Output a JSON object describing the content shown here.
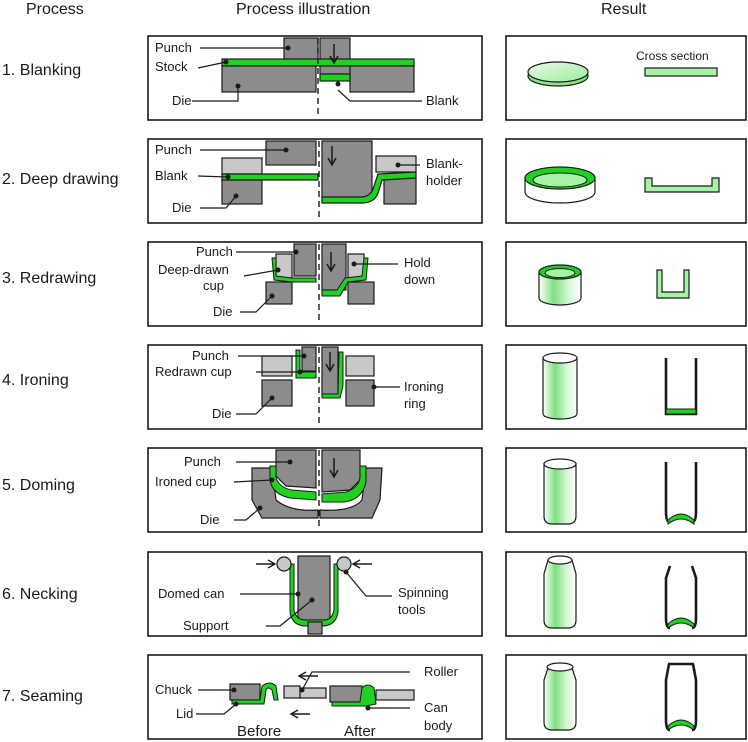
{
  "headers": {
    "process": "Process",
    "illustration": "Process illustration",
    "result": "Result"
  },
  "colors": {
    "green": "#1fd21f",
    "light_green": "#a6f2a6",
    "gray": "#8c8c8c",
    "light_gray": "#c8c8c8",
    "outline": "#1a1a1a"
  },
  "steps": [
    {
      "name": "1. Blanking",
      "labels": {
        "punch": "Punch",
        "stock": "Stock",
        "die": "Die",
        "blank": "Blank"
      },
      "result_caption": "Cross section"
    },
    {
      "name": "2. Deep drawing",
      "labels": {
        "punch": "Punch",
        "blank": "Blank",
        "die": "Die",
        "holder_1": "Blank-",
        "holder_2": "holder"
      }
    },
    {
      "name": "3. Redrawing",
      "labels": {
        "punch": "Punch",
        "cup_1": "Deep-drawn",
        "cup_2": "cup",
        "die": "Die",
        "hold_1": "Hold",
        "hold_2": "down"
      }
    },
    {
      "name": "4. Ironing",
      "labels": {
        "punch": "Punch",
        "cup": "Redrawn cup",
        "die": "Die",
        "ring_1": "Ironing",
        "ring_2": "ring"
      }
    },
    {
      "name": "5. Doming",
      "labels": {
        "punch": "Punch",
        "cup": "Ironed cup",
        "die": "Die"
      }
    },
    {
      "name": "6. Necking",
      "labels": {
        "can": "Domed can",
        "support": "Support",
        "tools_1": "Spinning",
        "tools_2": "tools"
      }
    },
    {
      "name": "7. Seaming",
      "labels": {
        "chuck": "Chuck",
        "lid": "Lid",
        "before": "Before",
        "after": "After",
        "roller": "Roller",
        "body_1": "Can",
        "body_2": "body"
      }
    }
  ]
}
